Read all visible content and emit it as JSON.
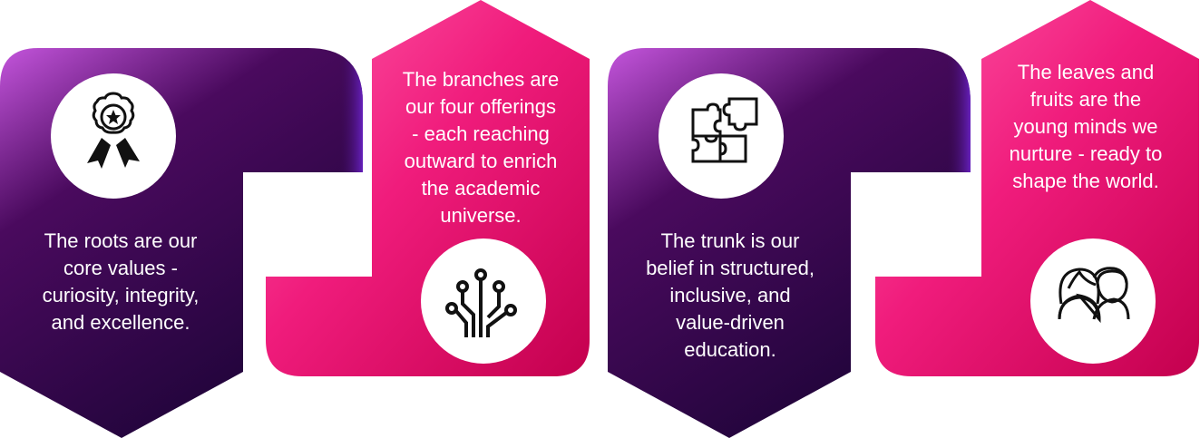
{
  "colors": {
    "purple_light": "#c455dc",
    "purple_dark": "#250640",
    "purple_edge": "#6a22c8",
    "pink_light": "#ff5aa8",
    "pink_dark": "#c4004e",
    "circle": "#ffffff",
    "icon": "#111111"
  },
  "panels": [
    {
      "id": "roots",
      "icon": "award-ribbon-icon",
      "lines": [
        "The roots are our",
        "core values -",
        "curiosity, integrity,",
        "and excellence."
      ]
    },
    {
      "id": "branches",
      "icon": "circuit-tree-icon",
      "lines": [
        "The branches are",
        "our four offerings",
        "- each reaching",
        "outward to enrich",
        "the academic",
        "universe."
      ]
    },
    {
      "id": "trunk",
      "icon": "puzzle-pieces-icon",
      "lines": [
        "The trunk is our",
        "belief in structured,",
        "inclusive, and",
        "value-driven",
        "education."
      ]
    },
    {
      "id": "leaves",
      "icon": "young-people-icon",
      "lines": [
        "The leaves and",
        "fruits are the",
        "young minds we",
        "nurture - ready to",
        "shape the world."
      ]
    }
  ]
}
